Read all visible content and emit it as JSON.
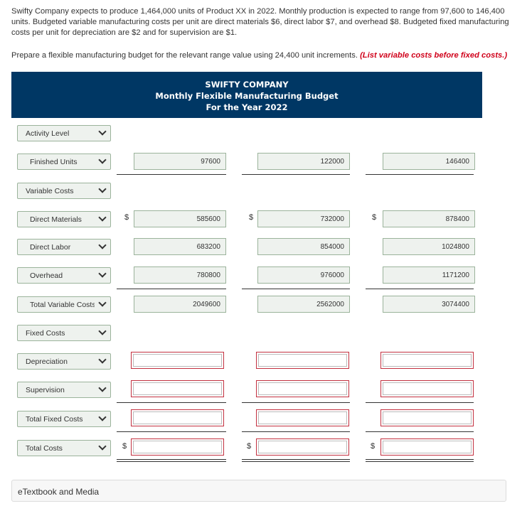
{
  "problem": {
    "text": "Swifty Company expects to produce 1,464,000 units of Product XX in 2022. Monthly production is expected to range from 97,600 to 146,400 units. Budgeted variable manufacturing costs per unit are direct materials $6, direct labor $7, and overhead $8. Budgeted fixed manufacturing costs per unit for depreciation are $2 and for supervision are $1.",
    "instruction": "Prepare a flexible manufacturing budget for the relevant range value using 24,400 unit increments.",
    "hint": "(List variable costs before fixed costs.)"
  },
  "banner": {
    "company": "SWIFTY COMPANY",
    "title": "Monthly Flexible Manufacturing Budget",
    "period": "For the Year 2022"
  },
  "rows": {
    "activity_level": "Activity Level",
    "finished_units": "Finished Units",
    "variable_costs": "Variable Costs",
    "direct_materials": "Direct Materials",
    "direct_labor": "Direct Labor",
    "overhead": "Overhead",
    "total_variable_costs": "Total Variable Costs",
    "fixed_costs": "Fixed Costs",
    "depreciation": "Depreciation",
    "supervision": "Supervision",
    "total_fixed_costs": "Total Fixed Costs",
    "total_costs": "Total Costs"
  },
  "currency_symbol": "$",
  "values": {
    "finished_units": [
      "97600",
      "122000",
      "146400"
    ],
    "direct_materials": [
      "585600",
      "732000",
      "878400"
    ],
    "direct_labor": [
      "683200",
      "854000",
      "1024800"
    ],
    "overhead": [
      "780800",
      "976000",
      "1171200"
    ],
    "total_variable_costs": [
      "2049600",
      "2562000",
      "3074400"
    ]
  },
  "footer": {
    "etextbook": "eTextbook and Media"
  },
  "colors": {
    "banner_bg": "#003764",
    "hint": "#d0021b",
    "error_border": "#c2303f",
    "field_bg": "#eef2ee"
  }
}
